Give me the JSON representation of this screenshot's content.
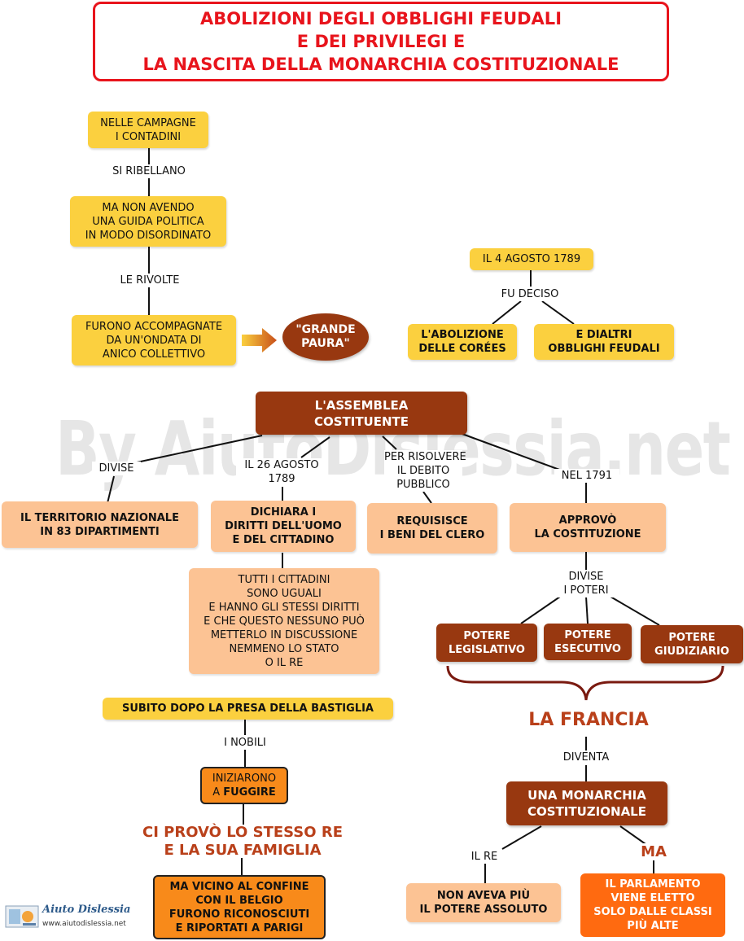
{
  "title": {
    "line1": "ABOLIZIONI DEGLI  OBBLIGHI FEUDALI",
    "line2": "E DEI  PRIVILEGI E",
    "line3": "LA NASCITA DELLA MONARCHIA COSTITUZIONALE"
  },
  "watermark": "By AiutoDislessia.net",
  "campagne": {
    "node1": [
      "NELLE CAMPAGNE",
      "I CONTADINI"
    ],
    "label1": "SI RIBELLANO",
    "node2": [
      "MA NON AVENDO",
      "UNA GUIDA POLITICA",
      "IN MODO DISORDINATO"
    ],
    "label2": "LE RIVOLTE",
    "node3": [
      "FURONO ACCOMPAGNATE",
      "DA UN'ONDATA DI",
      "ANICO COLLETTIVO"
    ],
    "grande_paura": [
      "\"GRANDE",
      "PAURA\""
    ]
  },
  "agosto": {
    "node": "IL 4 AGOSTO 1789",
    "label": "FU DECISO",
    "left": [
      "L'ABOLIZIONE",
      "DELLE CORÉES"
    ],
    "right": [
      "E DIALTRI",
      "OBBLIGHI FEUDALI"
    ]
  },
  "assemblea": {
    "node": [
      "L'ASSEMBLEA",
      "COSTITUENTE"
    ],
    "label_divise": "DIVISE",
    "label_agosto": [
      "IL 26 AGOSTO",
      "1789"
    ],
    "label_debito": [
      "PER RISOLVERE",
      "IL DEBITO",
      "PUBBLICO"
    ],
    "label_1791": "NEL 1791",
    "territorio": [
      "IL TERRITORIO NAZIONALE",
      "IN 83 DIPARTIMENTI"
    ],
    "dichiara": [
      "DICHIARA I",
      "DIRITTI DELL'UOMO",
      "E DEL CITTADINO"
    ],
    "requisisce": [
      "REQUISISCE",
      "I BENI DEL CLERO"
    ],
    "approvo": [
      "APPROVÒ",
      "LA COSTITUZIONE"
    ],
    "cittadini": [
      "TUTTI I CITTADINI",
      "SONO UGUALI",
      "E HANNO GLI STESSI DIRITTI",
      "E CHE QUESTO NESSUNO PUÒ",
      "METTERLO IN DISCUSSIONE",
      "NEMMENO LO STATO",
      "O IL RE"
    ],
    "label_poteri": [
      "DIVISE",
      "I POTERI"
    ],
    "legislativo": [
      "POTERE",
      "LEGISLATIVO"
    ],
    "esecutivo": [
      "POTERE",
      "ESECUTIVO"
    ],
    "giudiziario": [
      "POTERE",
      "GIUDIZIARIO"
    ]
  },
  "francia": {
    "title": "LA FRANCIA",
    "label_diventa": "DIVENTA",
    "monarchia": [
      "UNA MONARCHIA",
      "COSTITUZIONALE"
    ],
    "label_re": "IL RE",
    "label_ma": "MA",
    "potere": [
      "NON AVEVA PIÙ",
      "IL POTERE ASSOLUTO"
    ],
    "parlamento": [
      "IL PARLAMENTO",
      "VIENE ELETTO",
      "SOLO DALLE CLASSI",
      "PIÙ ALTE"
    ]
  },
  "bastiglia": {
    "node": "SUBITO DOPO LA PRESA DELLA BASTIGLIA",
    "label_nobili": "I NOBILI",
    "iniziarono": "INIZIARONO",
    "a": "A ",
    "fuggire": "FUGGIRE",
    "re": [
      "CI PROVÒ LO STESSO RE",
      "E LA SUA FAMIGLIA"
    ],
    "confine": [
      "MA VICINO AL CONFINE",
      "CON IL BELGIO",
      "FURONO RICONOSCIUTI",
      "E RIPORTATI A PARIGI"
    ]
  },
  "logo": {
    "name": "Aiuto Dislessia",
    "url": "www.aiutodislessia.net"
  }
}
